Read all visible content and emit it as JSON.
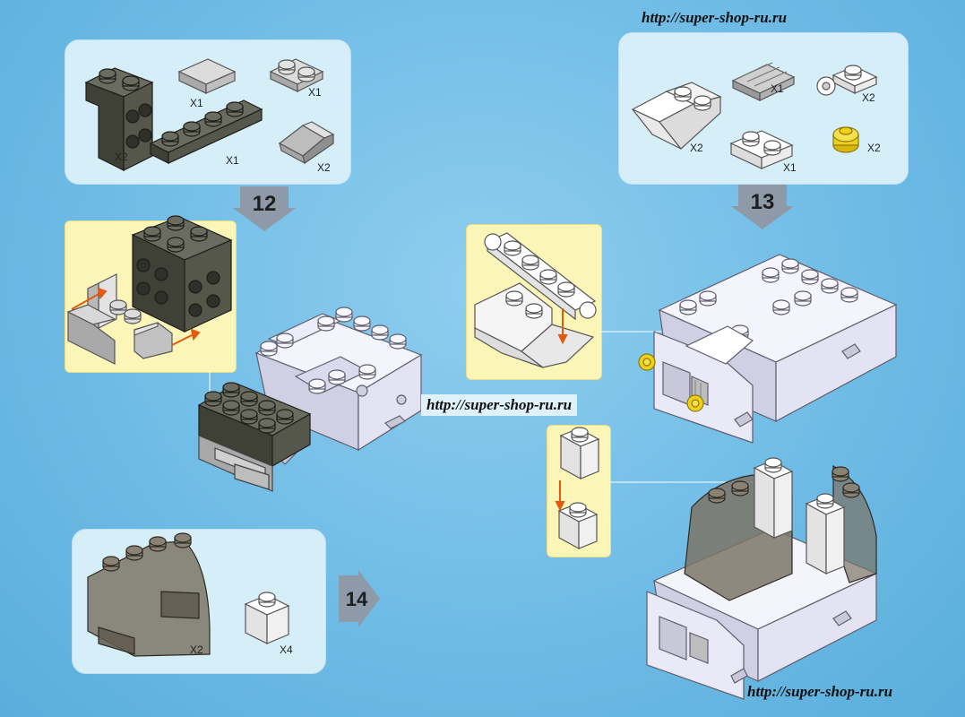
{
  "watermarks": {
    "top": "http://super-shop-ru.ru",
    "middle": "http://super-shop-ru.ru",
    "bottom": "http://super-shop-ru.ru"
  },
  "steps": {
    "step12": "12",
    "step13": "13",
    "step14": "14"
  },
  "parts_step12": [
    "X2",
    "X1",
    "X1",
    "X1",
    "X2"
  ],
  "parts_step13": [
    "X2",
    "X1",
    "X2",
    "X1",
    "X2"
  ],
  "parts_step14": [
    "X2",
    "X4"
  ],
  "colors": {
    "dark_brick": "#55574b",
    "light_grey_brick": "#c9c9c9",
    "white_brick": "#ffffff",
    "lavender_body": "#e7e7f6",
    "yellow_brick": "#f3d018",
    "smoke_trans": "#7c7466",
    "arrow_orange": "#e25a10",
    "step_arrow": "#8e9aa8"
  },
  "icons": [
    "step-arrow-down-icon",
    "step-arrow-right-icon",
    "assembly-arrow-icon"
  ]
}
